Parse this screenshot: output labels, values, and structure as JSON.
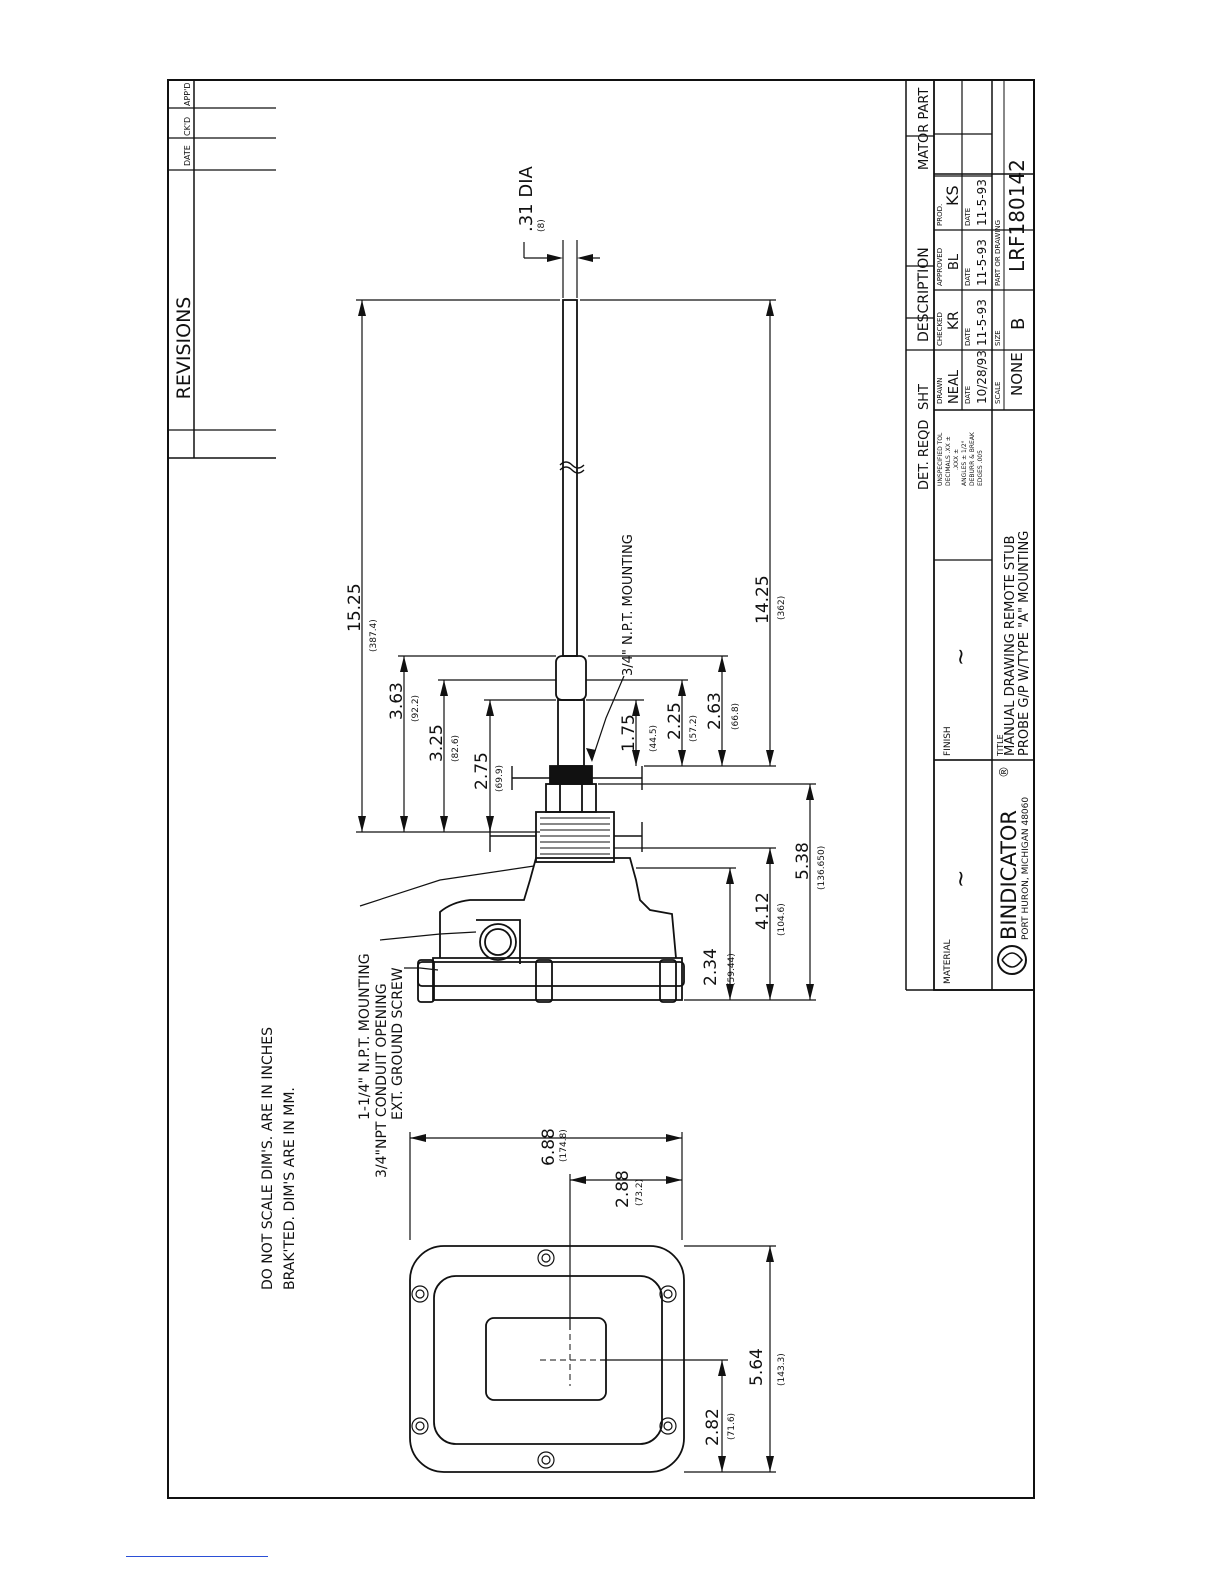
{
  "revisions": {
    "title": "REVISIONS",
    "col_date": "DATE",
    "col_chkd": "CK'D",
    "col_appd": "APP'D"
  },
  "callouts": {
    "stub_dia": ".31 DIA",
    "stub_dia_mm": "(8)",
    "npt_mounting_34": "3/4\" N.P.T. MOUNTING",
    "npt_mounting_114": "1-1/4\" N.P.T. MOUNTING",
    "conduit_opening": "3/4\"NPT CONDUIT OPENING",
    "ground_screw": "EXT. GROUND SCREW"
  },
  "dimensions": {
    "d1525": {
      "value": "15.25",
      "mm": "(387.4)"
    },
    "d363": {
      "value": "3.63",
      "mm": "(92.2)"
    },
    "d325": {
      "value": "3.25",
      "mm": "(82.6)"
    },
    "d275": {
      "value": "2.75",
      "mm": "(69.9)"
    },
    "d175": {
      "value": "1.75",
      "mm": "(44.5)"
    },
    "d225": {
      "value": "2.25",
      "mm": "(57.2)"
    },
    "d263": {
      "value": "2.63",
      "mm": "(66.8)"
    },
    "d1425": {
      "value": "14.25",
      "mm": "(362)"
    },
    "d538": {
      "value": "5.38",
      "mm": "(136.650)"
    },
    "d412": {
      "value": "4.12",
      "mm": "(104.6)"
    },
    "d234": {
      "value": "2.34",
      "mm": "(59.44)"
    },
    "d688": {
      "value": "6.88",
      "mm": "(174.8)"
    },
    "d288": {
      "value": "2.88",
      "mm": "(73.2)"
    },
    "d564": {
      "value": "5.64",
      "mm": "(143.3)"
    },
    "d282": {
      "value": "2.82",
      "mm": "(71.6)"
    }
  },
  "notes": {
    "line1": "DO NOT SCALE DIM'S. ARE IN INCHES",
    "line2": "BRAK'TED. DIM'S ARE IN MM."
  },
  "title_block": {
    "material_label": "MATERIAL",
    "material_value": "~",
    "finish_label": "FINISH",
    "finish_value": "~",
    "company": "BINDICATOR",
    "company_mark": "®",
    "company_address": "PORT HURON, MICHIGAN 48060",
    "title_label": "TITLE",
    "title_line1": "MANUAL DRAWING REMOTE STUB",
    "title_line2": "PROBE G/P W/TYPE \"A\" MOUNTING",
    "det_reqd": "DET. REQD",
    "sht": "SHT",
    "description": "DESCRIPTION",
    "mator_part": "MATOR PART",
    "tol_lines": [
      "UNSPECIFIED TOL",
      "DECIMALS .XX ±",
      ".XXX ±",
      "ANGLES ± 1/2°",
      "DEBURR & BREAK",
      "EDGES .005"
    ],
    "drawn_label": "DRAWN",
    "drawn_value": "NEAL",
    "drawn_date_label": "DATE",
    "drawn_date": "10/28/93",
    "checked_label": "CHECKED",
    "checked_value": "KR",
    "checked_date_label": "DATE",
    "checked_date": "11-5-93",
    "approved_label": "APPROVED",
    "approved_value": "BL",
    "approved_date_label": "DATE",
    "approved_date": "11-5-93",
    "prod_label": "PROD.",
    "prod_value": "KS",
    "prod_date_label": "DATE",
    "prod_date": "11-5-93",
    "scale_label": "SCALE",
    "scale_value": "NONE",
    "size_label": "SIZE",
    "size_value": "B",
    "part_label": "PART OR DRAWING",
    "part_value": "LRF180142"
  }
}
